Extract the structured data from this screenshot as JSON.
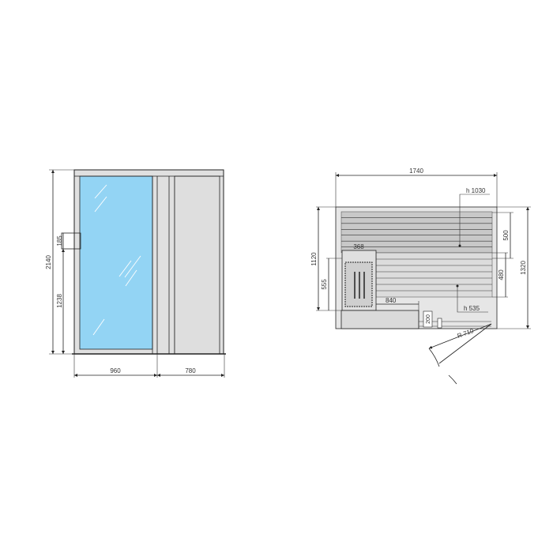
{
  "front_view": {
    "dimensions": {
      "height": "2140",
      "handle_height": "185",
      "handle_offset": "1238",
      "door_width": "960",
      "panel_width": "780"
    }
  },
  "plan_view": {
    "dimensions": {
      "width": "1740",
      "upper_bench": "h 1030",
      "lower_bench": "h 535",
      "upper_depth": "500",
      "lower_depth": "480",
      "depth_outer": "1320",
      "depth_inner": "1120",
      "heater_depth": "555",
      "heater_width": "368",
      "bench_length": "840",
      "step": "200",
      "door_radius": "R 710"
    }
  },
  "colors": {
    "glass": "#93d4f4",
    "frame": "#e0e0e0",
    "slat": "#c8c8c8"
  }
}
